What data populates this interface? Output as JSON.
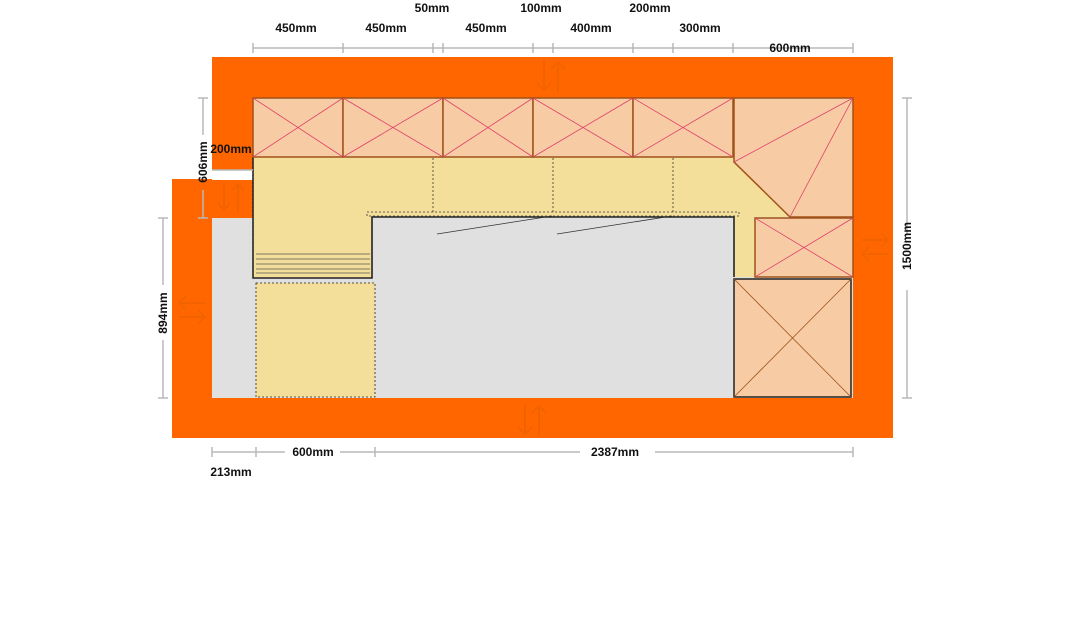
{
  "colors": {
    "wall": "#ff6600",
    "floor": "#e0e0e0",
    "worktop": "#f3df99",
    "cabinet": "#f7cca4",
    "cabinet_edge": "#a0521a",
    "cabinet_cross": "#e0406a",
    "dimension_line": "#b8b8b8"
  },
  "icons": {
    "wall_door_marker": "double-arrow-icon"
  },
  "dimensions": {
    "top_row": [
      "450mm",
      "450mm",
      "450mm",
      "400mm",
      "300mm",
      "600mm"
    ],
    "top_small": [
      "50mm",
      "100mm",
      "200mm"
    ],
    "right_height": "1500mm",
    "left_upper_height": "606mm",
    "left_upper_width": "200mm",
    "left_lower_height": "894mm",
    "bottom_row": [
      "213mm",
      "600mm",
      "2387mm"
    ]
  }
}
